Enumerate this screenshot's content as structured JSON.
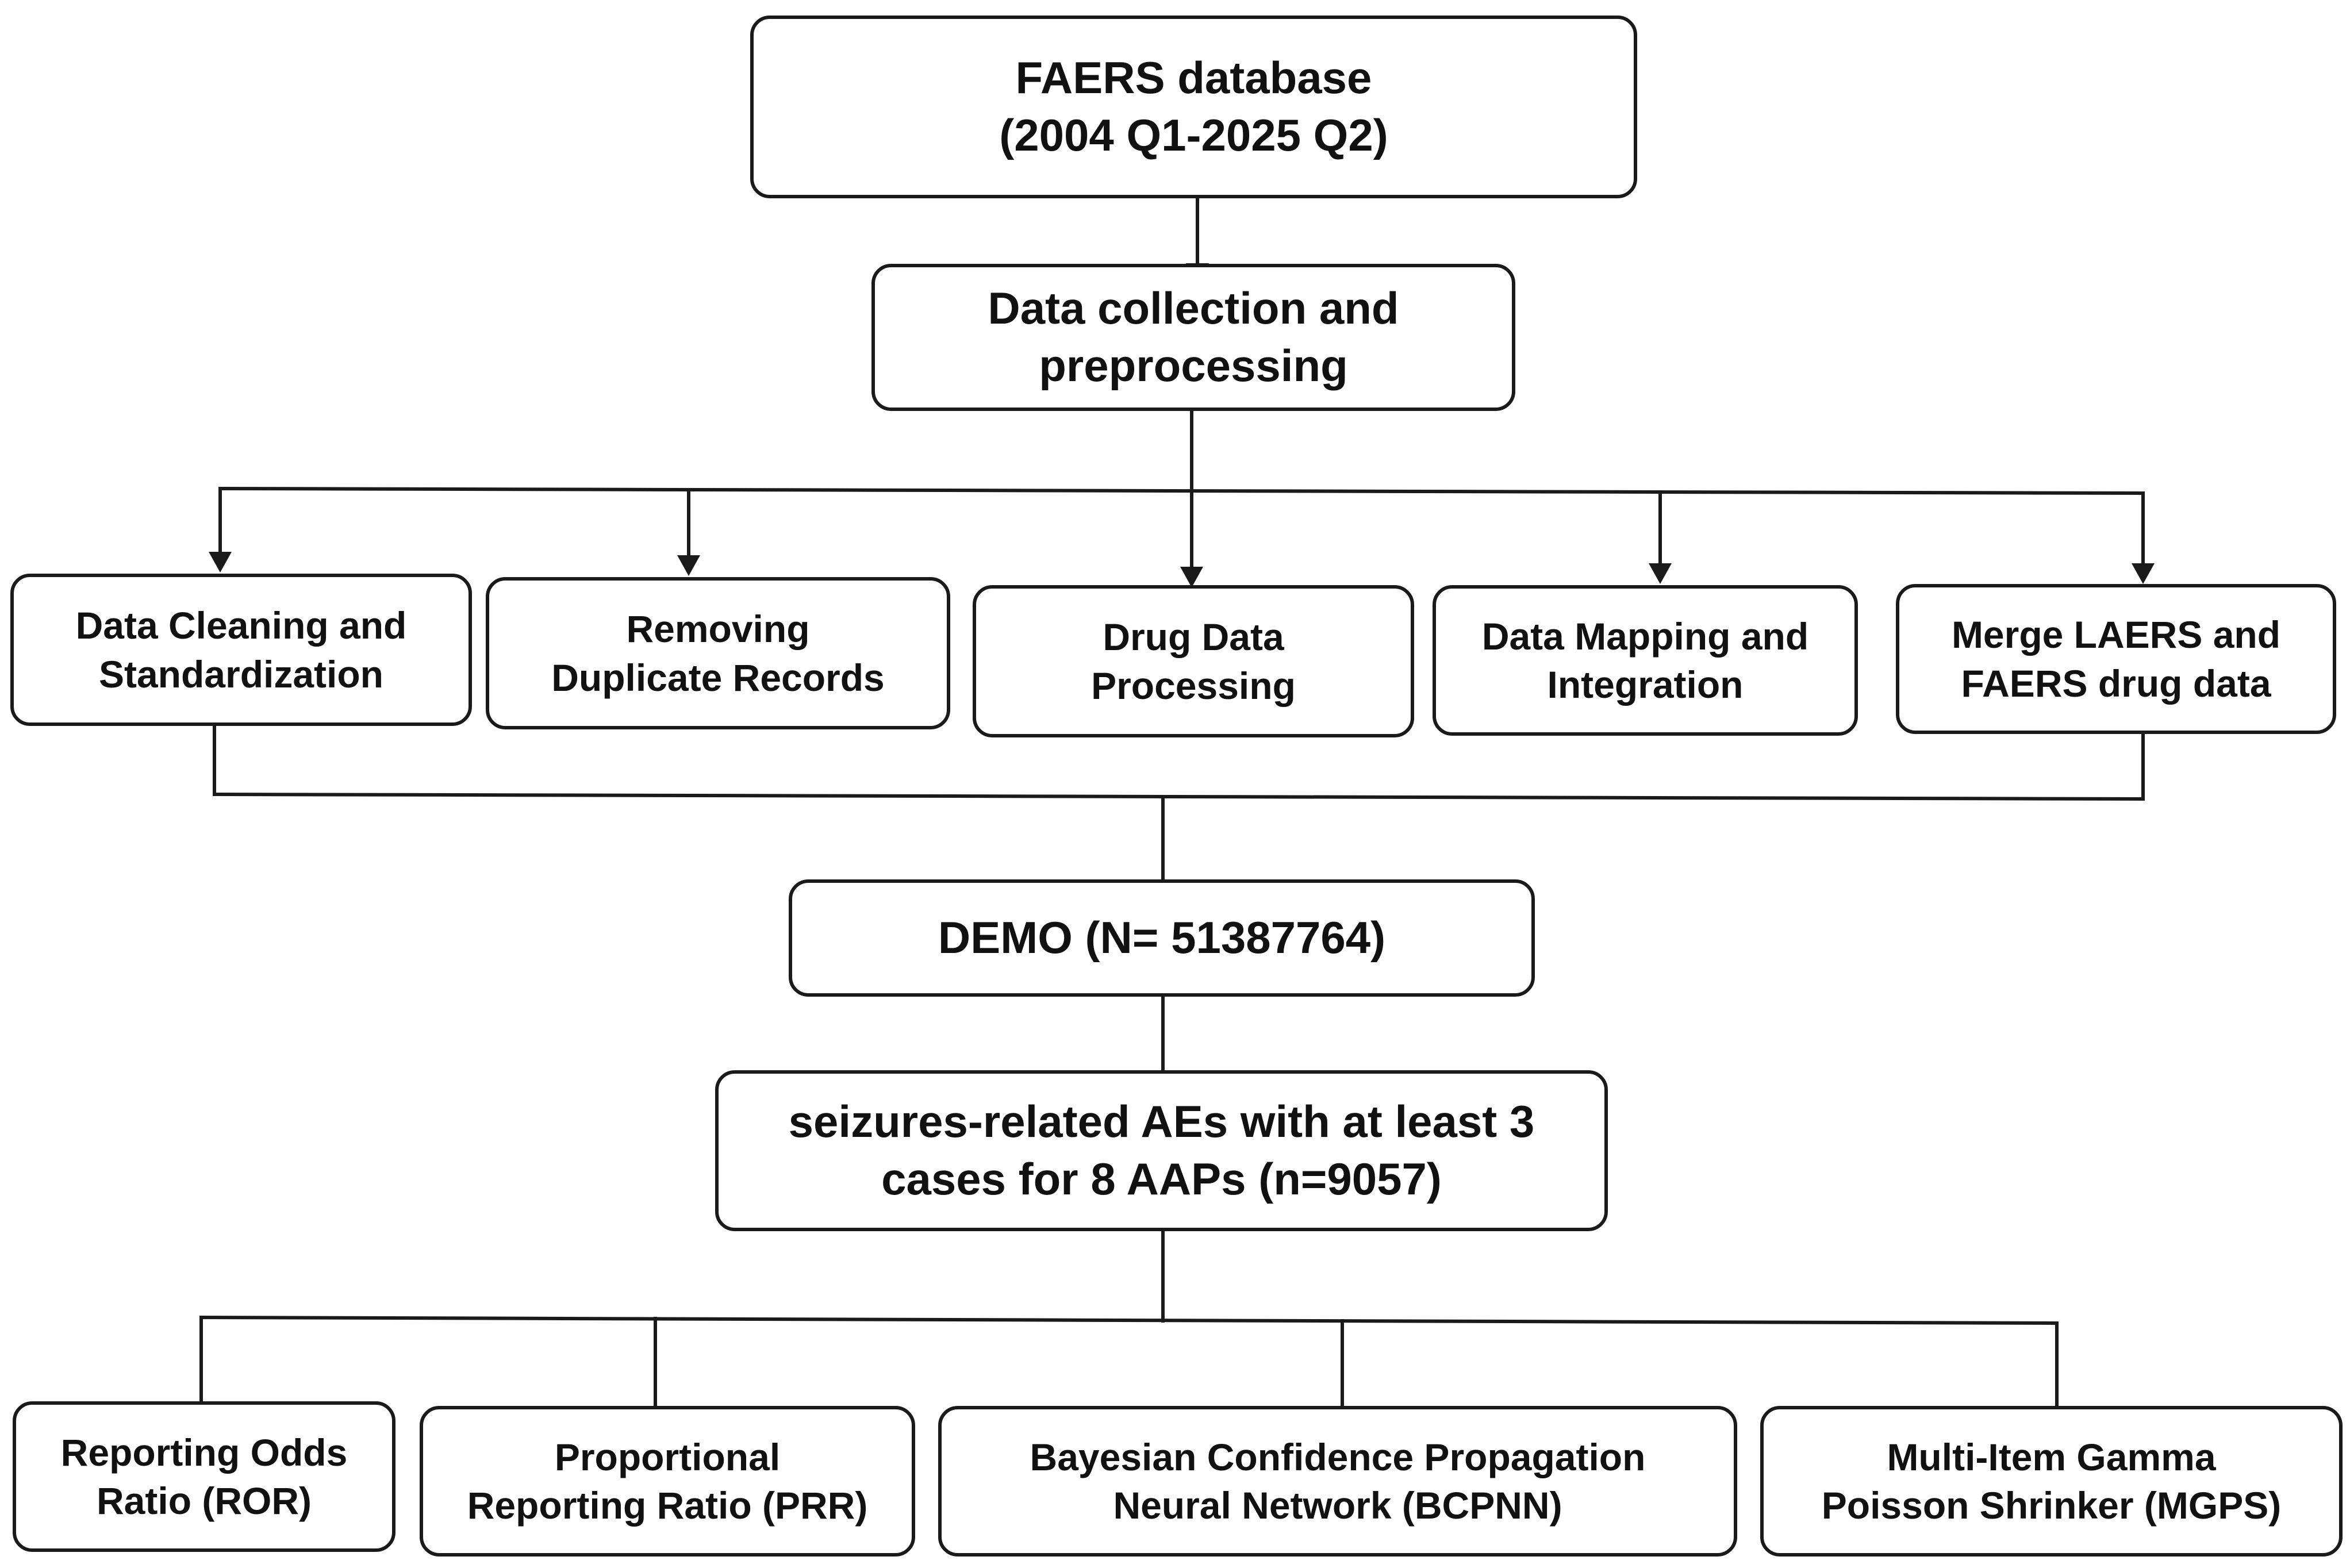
{
  "top": {
    "line1": "FAERS database",
    "line2": "(2004 Q1-2025 Q2)"
  },
  "collection": {
    "line1": "Data collection and",
    "line2": "preprocessing"
  },
  "steps": [
    {
      "line1": "Data Cleaning and",
      "line2": "Standardization"
    },
    {
      "line1": "Removing",
      "line2": "Duplicate Records"
    },
    {
      "line1": "Drug Data",
      "line2": "Processing"
    },
    {
      "line1": "Data Mapping and",
      "line2": "Integration"
    },
    {
      "line1": "Merge LAERS and",
      "line2": "FAERS drug data"
    }
  ],
  "demo": {
    "label": "DEMO (N= 51387764)"
  },
  "cases": {
    "line1": "seizures-related AEs with at least 3",
    "line2": "cases for 8 AAPs (n=9057)"
  },
  "methods": [
    {
      "line1": "Reporting Odds",
      "line2": "Ratio (ROR)"
    },
    {
      "line1": "Proportional",
      "line2": "Reporting Ratio (PRR)"
    },
    {
      "line1": "Bayesian Confidence Propagation",
      "line2": "Neural Network (BCPNN)"
    },
    {
      "line1": "Multi-Item Gamma",
      "line2": "Poisson Shrinker (MGPS)"
    }
  ],
  "colors": {
    "stroke": "#1a1a1a",
    "text": "#111111",
    "background": "#ffffff"
  }
}
